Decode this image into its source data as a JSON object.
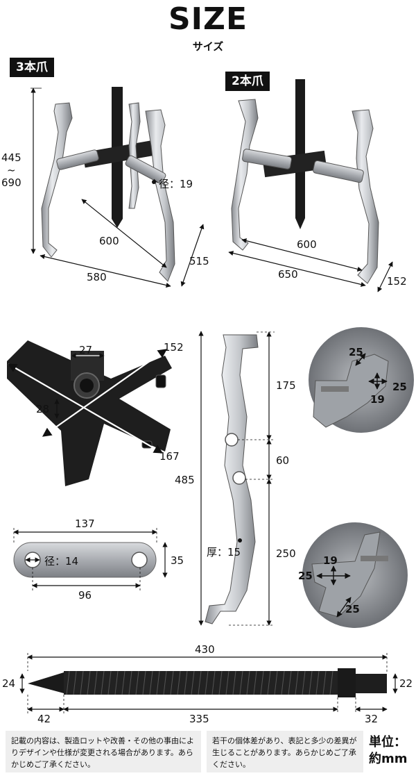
{
  "header": {
    "title": "SIZE",
    "subtitle": "サイズ"
  },
  "three_jaw": {
    "label": "3本爪",
    "height_min": "445",
    "height_sep": "~",
    "height_max": "690",
    "reach": "600",
    "diameter": "径：19",
    "width": "580",
    "depth": "515"
  },
  "two_jaw": {
    "label": "2本爪",
    "reach": "600",
    "width": "650",
    "depth": "152"
  },
  "yoke": {
    "center": "27",
    "thickness": "28",
    "length_a": "152",
    "length_b": "167"
  },
  "arm": {
    "total": "485",
    "upper": "175",
    "middle": "60",
    "lower": "250",
    "thickness": "厚：15"
  },
  "hook_top": {
    "a": "25",
    "b": "25",
    "c": "19"
  },
  "hook_bottom": {
    "a": "19",
    "b": "25",
    "c": "25"
  },
  "link_plate": {
    "length": "137",
    "height": "35",
    "hole_pitch": "96",
    "hole": "径：14"
  },
  "screw": {
    "length": "430",
    "left_dia": "24",
    "right_dia": "22",
    "tip": "42",
    "thread": "335",
    "end": "32"
  },
  "notes": {
    "left": "記載の内容は、製造ロットや改善・その他の事由によりデザインや仕様が変更される場合があります。あらかじめご了承ください。",
    "right": "若干の個体差があり、表記と多少の差異が生じることがあります。あらかじめご了承ください。",
    "unit_label": "単位：",
    "unit_value": "約mm"
  }
}
